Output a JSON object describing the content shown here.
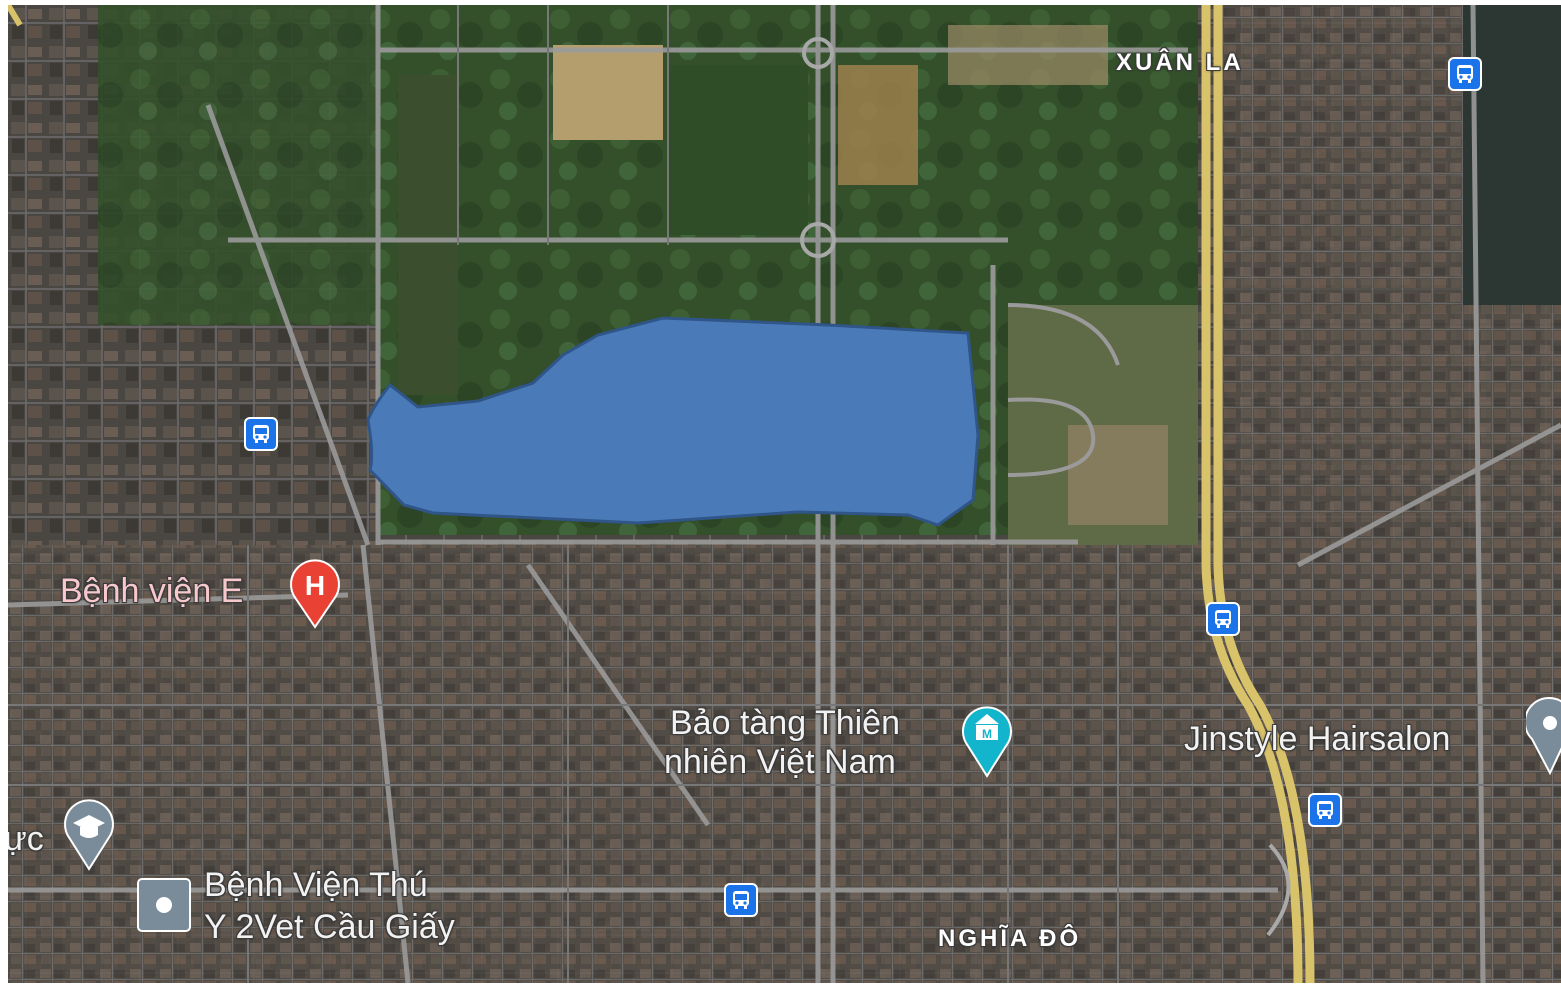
{
  "map": {
    "type": "satellite",
    "colors": {
      "highlight_fill": "#4a7ab8",
      "highlight_stroke": "#2f5589",
      "bus_stop": "#1a73e8",
      "hospital_pin": "#e94235",
      "museum_pin": "#12b5cb",
      "education_pin": "#7a8c9a",
      "highway": "#d8c26a"
    },
    "area_labels": [
      {
        "name": "xuan-la",
        "text": "XUÂN LA"
      },
      {
        "name": "nghia-do",
        "text": "NGHĨA ĐÔ"
      }
    ],
    "pois": [
      {
        "name": "benh-vien-e",
        "icon": "hospital-icon",
        "lines": [
          "Bệnh viện E"
        ]
      },
      {
        "name": "bao-tang",
        "icon": "museum-icon",
        "lines": [
          "Bảo tàng Thiên",
          "nhiên Việt Nam"
        ]
      },
      {
        "name": "jinstyle",
        "icon": "place-pin-icon",
        "lines": [
          "Jinstyle Hairsalon"
        ]
      },
      {
        "name": "benh-vien-thu-y",
        "icon": "place-square-icon",
        "lines": [
          "Bệnh Viện Thú",
          "Y 2Vet Cầu Giấy"
        ]
      },
      {
        "name": "partial-edu",
        "icon": "education-icon",
        "lines": [
          "ực"
        ]
      }
    ],
    "bus_stop_icon": "bus-stop-icon"
  }
}
